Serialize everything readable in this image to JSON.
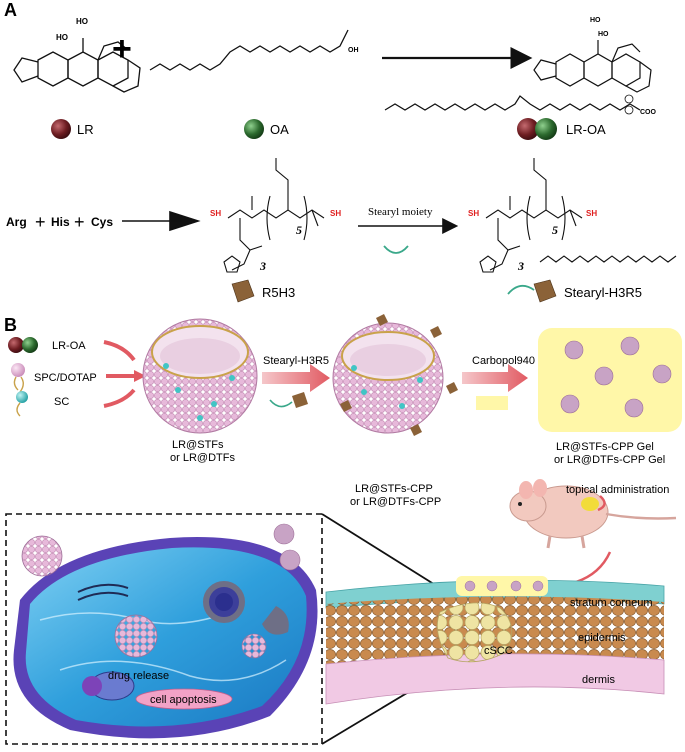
{
  "panel_a": {
    "label": "A",
    "legend_lr": "LR",
    "legend_oa": "OA",
    "legend_lroa": "LR-OA",
    "chem_oh": "HO",
    "chem_acid": "OH",
    "chem_coo": "COO",
    "amino_acids": [
      "Arg",
      "His",
      "Cys"
    ],
    "stearyl_moiety": "Stearyl moiety",
    "r5h3": "R5H3",
    "stearyl_h3r5": "Stearyl-H3R5",
    "sub5": "5",
    "sub3": "3",
    "sh": "SH"
  },
  "panel_b": {
    "label": "B",
    "components": [
      "LR-OA",
      "SPC/DOTAP",
      "SC"
    ],
    "step1": "Stearyl-H3R5",
    "step2": "Carbopol940",
    "vesicle1": [
      "LR@STFs",
      "or LR@DTFs"
    ],
    "vesicle2": [
      "LR@STFs-CPP",
      "or LR@DTFs-CPP"
    ],
    "gel": [
      "LR@STFs-CPP Gel",
      "or LR@DTFs-CPP Gel"
    ],
    "topical": "topical administration",
    "skin_layers": [
      "stratum corneum",
      "epidermis",
      "dermis"
    ],
    "cscc": "cSCC",
    "drug_release": "drug release",
    "apoptosis": "cell apoptosis"
  },
  "colors": {
    "lr": "#6e1d22",
    "oa": "#2c6a2e",
    "vesicle": "#e4b4d6",
    "sc": "#41c5c5",
    "gel_bg": "#fff7a8",
    "cell_water": "#3aa6e0",
    "cell_membrane": "#4b3aa3",
    "epidermis": "#c98a4e",
    "dermis": "#f1c9e4",
    "arrow_red": "#e15a62",
    "cpp": "#8b6238"
  }
}
